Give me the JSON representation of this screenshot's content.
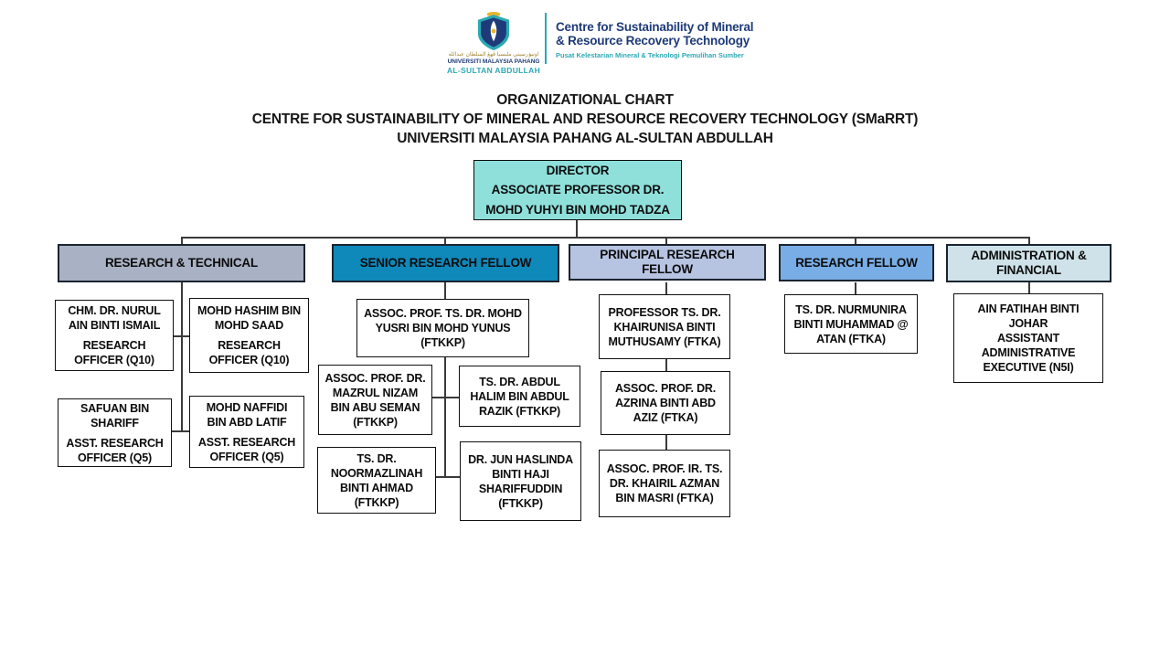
{
  "logo": {
    "jawi_text": "اونيۏرسيتي مليسيا ڤهڠ السلطان عبدالله",
    "university_line1": "UNIVERSITI MALAYSIA PAHANG",
    "university_line2": "AL-SULTAN ABDULLAH",
    "centre_line1": "Centre for Sustainability of Mineral",
    "centre_line2": "& Resource Recovery Technology",
    "centre_malay": "Pusat Kelestarian Mineral & Teknologi Pemulihan Sumber"
  },
  "title": {
    "line1": "ORGANIZATIONAL CHART",
    "line2": "CENTRE FOR SUSTAINABILITY OF MINERAL AND RESOURCE RECOVERY TECHNOLOGY (SMaRRT)",
    "line3": "UNIVERSITI MALAYSIA PAHANG AL-SULTAN ABDULLAH"
  },
  "director": {
    "role": "DIRECTOR",
    "name_line1": "ASSOCIATE PROFESSOR DR.",
    "name_line2": "MOHD YUHYI BIN MOHD TADZA"
  },
  "branches": [
    {
      "label": "RESEARCH & TECHNICAL",
      "color": "#A9B2C4",
      "members": [
        {
          "name": "CHM. DR. NURUL AIN BINTI ISMAIL",
          "role": "RESEARCH OFFICER (Q10)"
        },
        {
          "name": "MOHD HASHIM BIN MOHD SAAD",
          "role": "RESEARCH OFFICER (Q10)"
        },
        {
          "name": "SAFUAN BIN SHARIFF",
          "role": "ASST. RESEARCH OFFICER (Q5)"
        },
        {
          "name": "MOHD NAFFIDI BIN ABD LATIF",
          "role": "ASST. RESEARCH OFFICER (Q5)"
        }
      ]
    },
    {
      "label": "SENIOR RESEARCH FELLOW",
      "color": "#0F88BA",
      "members": [
        {
          "name": "ASSOC. PROF. TS. DR. MOHD YUSRI BIN MOHD YUNUS (FTKKP)"
        },
        {
          "name": "ASSOC. PROF. DR. MAZRUL NIZAM BIN ABU SEMAN (FTKKP)"
        },
        {
          "name": "TS. DR. ABDUL HALIM BIN ABDUL RAZIK (FTKKP)"
        },
        {
          "name": "TS. DR. NOORMAZLINAH BINTI AHMAD (FTKKP)"
        },
        {
          "name": "DR. JUN HASLINDA BINTI HAJI SHARIFFUDDIN (FTKKP)"
        }
      ]
    },
    {
      "label": "PRINCIPAL RESEARCH FELLOW",
      "color": "#B6C3E1",
      "members": [
        {
          "name": "PROFESSOR TS. DR. KHAIRUNISA BINTI MUTHUSAMY (FTKA)"
        },
        {
          "name": "ASSOC. PROF. DR. AZRINA BINTI ABD AZIZ (FTKA)"
        },
        {
          "name": "ASSOC. PROF. IR. TS. DR. KHAIRIL AZMAN BIN MASRI (FTKA)"
        }
      ]
    },
    {
      "label": "RESEARCH FELLOW",
      "color": "#79ADE5",
      "members": [
        {
          "name": "TS. DR. NURMUNIRA BINTI MUHAMMAD @ ATAN (FTKA)"
        }
      ]
    },
    {
      "label": "ADMINISTRATION & FINANCIAL",
      "color": "#CFE2E9",
      "members": [
        {
          "name": "AIN FATIHAH BINTI JOHAR",
          "role": "ASSISTANT ADMINISTRATIVE EXECUTIVE (N5I)"
        }
      ]
    }
  ],
  "colors": {
    "director_bg": "#8FE0DB",
    "logo_navy": "#1E3A78",
    "logo_teal": "#2BA9B4",
    "logo_gold": "#E8B530",
    "connector_line": "#3A3A3A",
    "box_border": "#111111"
  }
}
